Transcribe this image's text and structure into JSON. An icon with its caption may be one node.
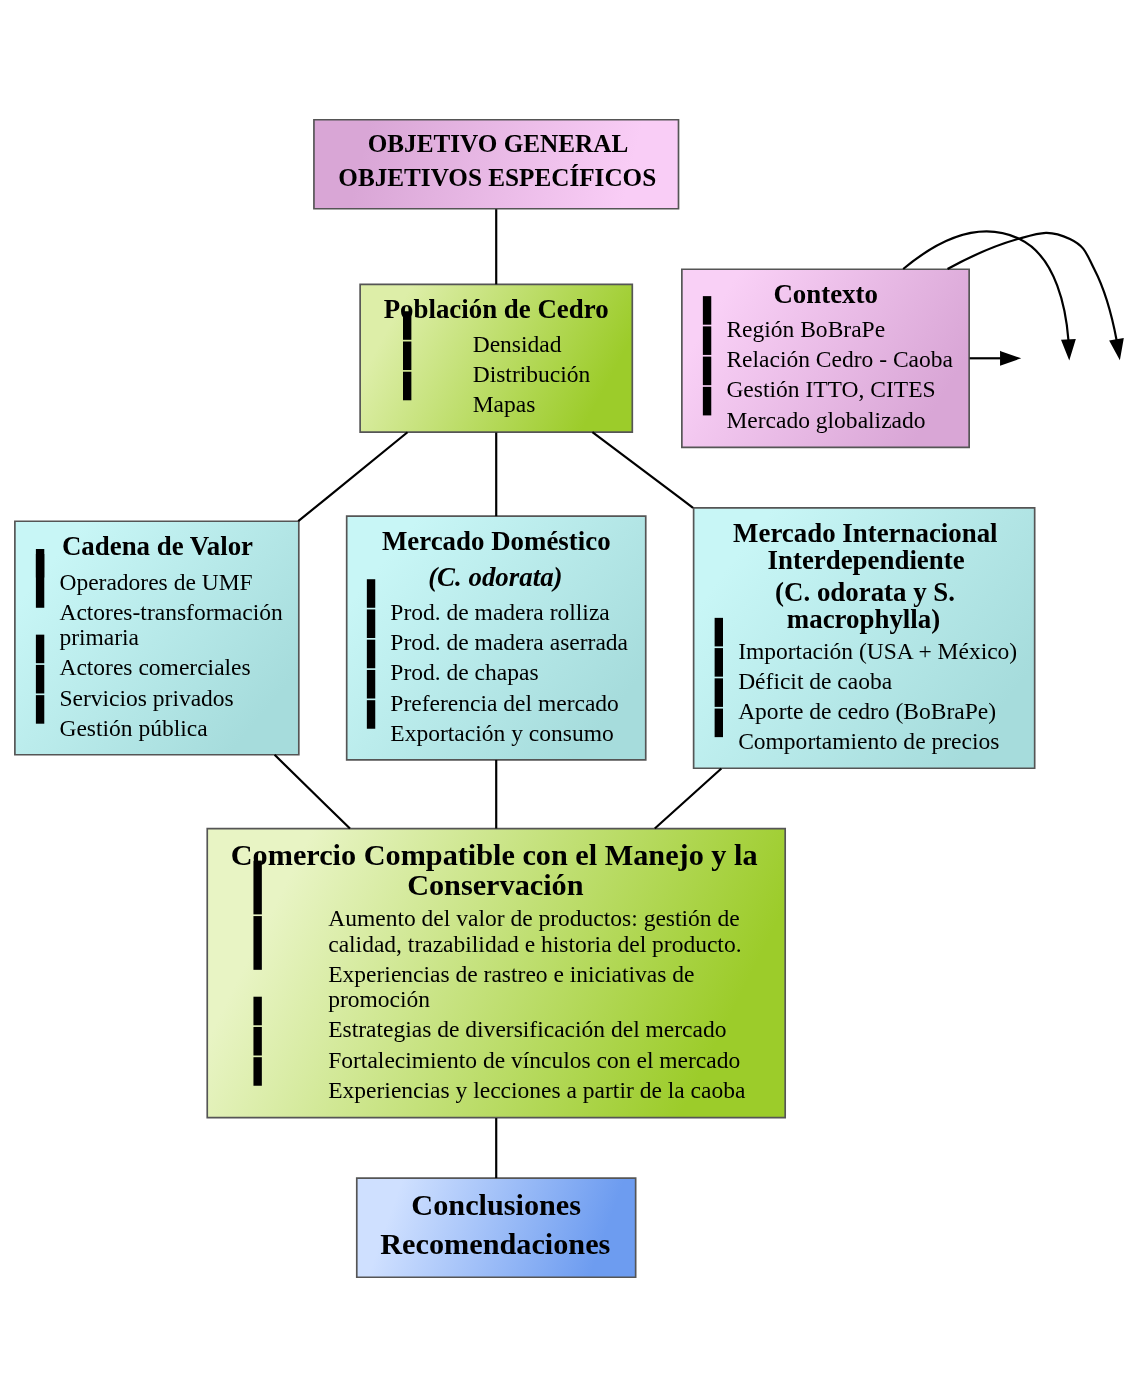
{
  "diagram": {
    "nodes": [
      {
        "text": [
          "OBJETIVO GENERAL",
          "OBJETIVOS ESPECÍFICOS"
        ]
      },
      {
        "text": [
          "Población de Cedro",
          "Densidad",
          "Distribución",
          "Mapas"
        ]
      },
      {
        "text": [
          "Contexto",
          "Región BoBraPe",
          "Relación Cedro - Caoba",
          "Gestión ITTO, CITES",
          "Mercado globalizado"
        ]
      },
      {
        "text": [
          "Cadena de Valor",
          "Operadores de UMF",
          "Actores-transformación primaria",
          "Actores comerciales",
          "Servicios privados",
          "Gestión pública"
        ]
      },
      {
        "text": [
          "Mercado Doméstico",
          "(C. odorata)",
          "Prod. de madera rolliza",
          "Prod. de madera aserrada",
          "Prod. de chapas",
          "Preferencia del mercado",
          "Exportación y consumo"
        ]
      },
      {
        "text": [
          "Mercado Internacional Interdependiente",
          "(C. odorata y S. macrophylla)",
          "Importación (USA + México)",
          "Déficit de caoba",
          "Aporte de cedro (BoBraPe)",
          "Comportamiento de precios"
        ]
      },
      {
        "text": [
          "Comercio Compatible con el Manejo y la Conservación",
          "Aumento del valor de productos: gestión de calidad, trazabilidad e historia del producto.",
          "Experiencias de rastreo e iniciativas de promoción",
          "Estrategias de diversificación del mercado",
          "Fortalecimiento de vínculos con el mercado",
          "Experiencias y lecciones a partir de la caoba"
        ]
      },
      {
        "text": [
          "Conclusiones",
          "Recomendaciones"
        ]
      }
    ],
    "edges": [
      {
        "from": 0,
        "to": 1,
        "arrow": "none"
      },
      {
        "from": 2,
        "to": null,
        "arrow": "to"
      },
      {
        "from": 2,
        "to": null,
        "arrow": "to"
      },
      {
        "from": 2,
        "to": null,
        "arrow": "to"
      },
      {
        "from": 1,
        "to": 3,
        "arrow": "none"
      },
      {
        "from": 1,
        "to": 4,
        "arrow": "none"
      },
      {
        "from": 1,
        "to": 5,
        "arrow": "none"
      },
      {
        "from": 3,
        "to": 6,
        "arrow": "none"
      },
      {
        "from": 4,
        "to": 6,
        "arrow": "none"
      },
      {
        "from": 5,
        "to": 6,
        "arrow": "none"
      },
      {
        "from": 6,
        "to": 7,
        "arrow": "none"
      }
    ]
  }
}
